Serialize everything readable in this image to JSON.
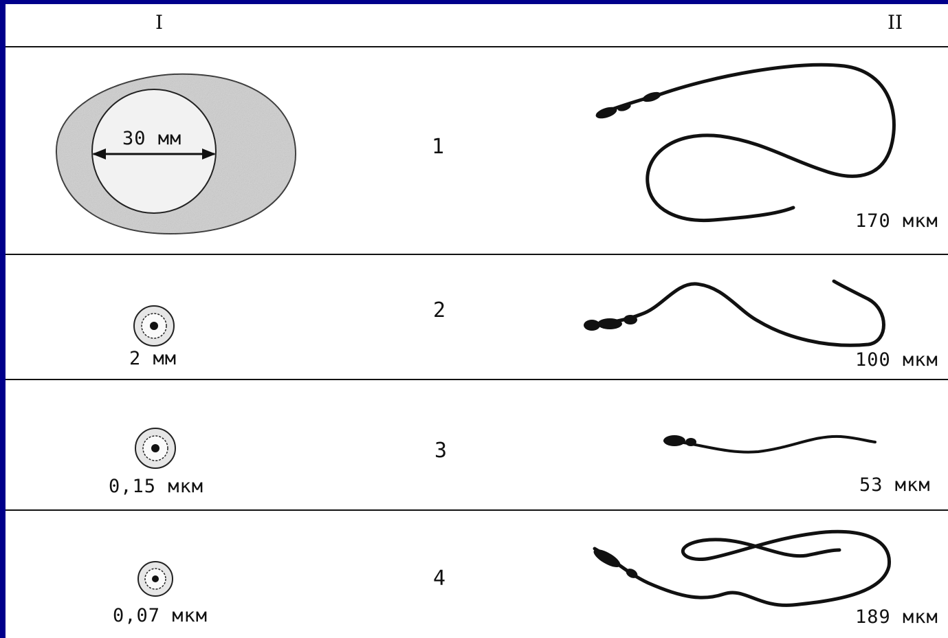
{
  "headers": {
    "col_left": "I",
    "col_right": "II"
  },
  "rows": [
    {
      "number": "1",
      "egg_size": "30 мм",
      "sperm_length": "170 мкм"
    },
    {
      "number": "2",
      "egg_size": "2 мм",
      "sperm_length": "100 мкм"
    },
    {
      "number": "3",
      "egg_size": "0,15 мкм",
      "sperm_length": "53 мкм"
    },
    {
      "number": "4",
      "egg_size": "0,07 мкм",
      "sperm_length": "189 мкм"
    }
  ],
  "colors": {
    "border": "#00008b",
    "ink": "#111111",
    "yolk": "#c9c9c9",
    "inner": "#f0f0f0"
  }
}
